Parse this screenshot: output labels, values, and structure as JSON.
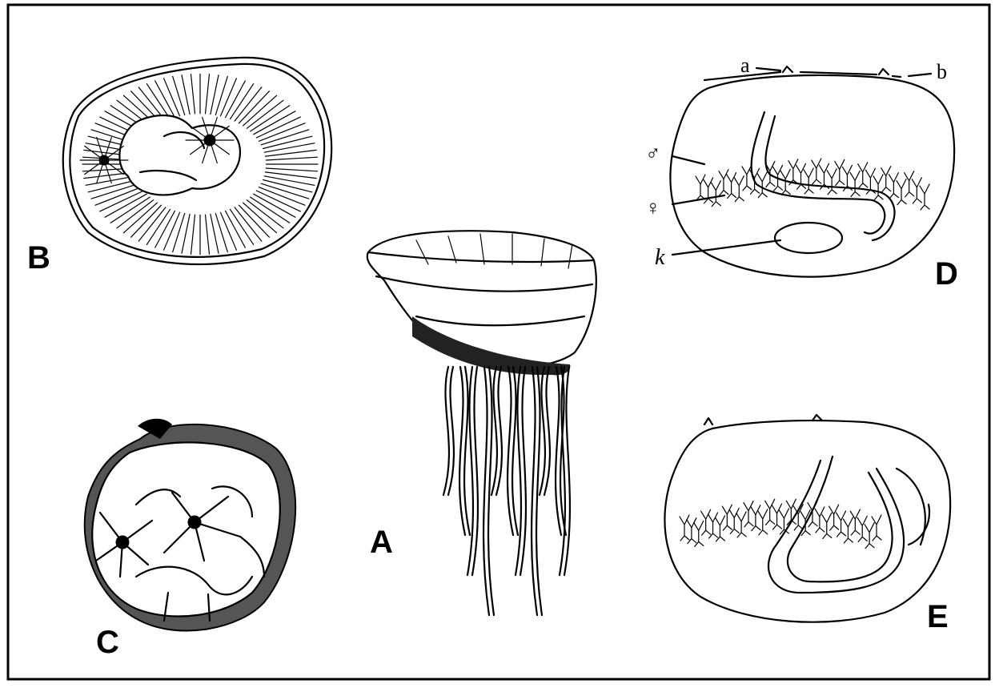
{
  "panels": {
    "A": "A",
    "B": "B",
    "C": "C",
    "D": "D",
    "E": "E"
  },
  "callouts": {
    "a": "a",
    "b": "b",
    "male": "♂",
    "female": "♀",
    "k": "k"
  },
  "colors": {
    "ink": "#000000",
    "background": "#ffffff"
  }
}
